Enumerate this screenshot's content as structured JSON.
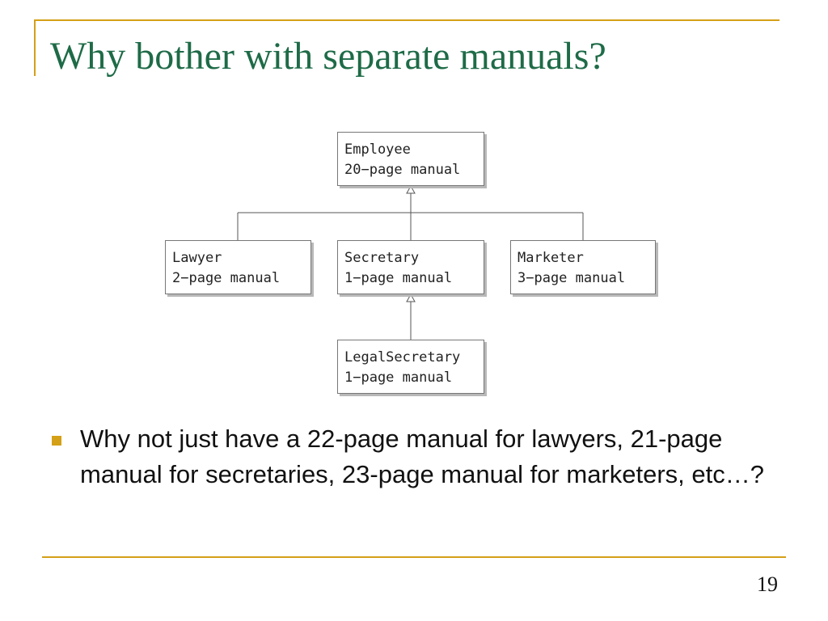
{
  "slide": {
    "title": "Why bother with separate manuals?",
    "page_number": "19"
  },
  "diagram": {
    "root": {
      "name": "Employee",
      "detail": "20−page manual"
    },
    "children": [
      {
        "name": "Lawyer",
        "detail": "2−page manual"
      },
      {
        "name": "Secretary",
        "detail": "1−page manual"
      },
      {
        "name": "Marketer",
        "detail": "3−page manual"
      }
    ],
    "grandchild": {
      "name": "LegalSecretary",
      "detail": "1−page manual"
    }
  },
  "bullets": [
    "Why not just have a 22-page manual for lawyers, 21-page manual for secretaries, 23-page manual for marketers, etc…?"
  ],
  "colors": {
    "accent": "#d4a017",
    "title": "#1e6b47"
  }
}
